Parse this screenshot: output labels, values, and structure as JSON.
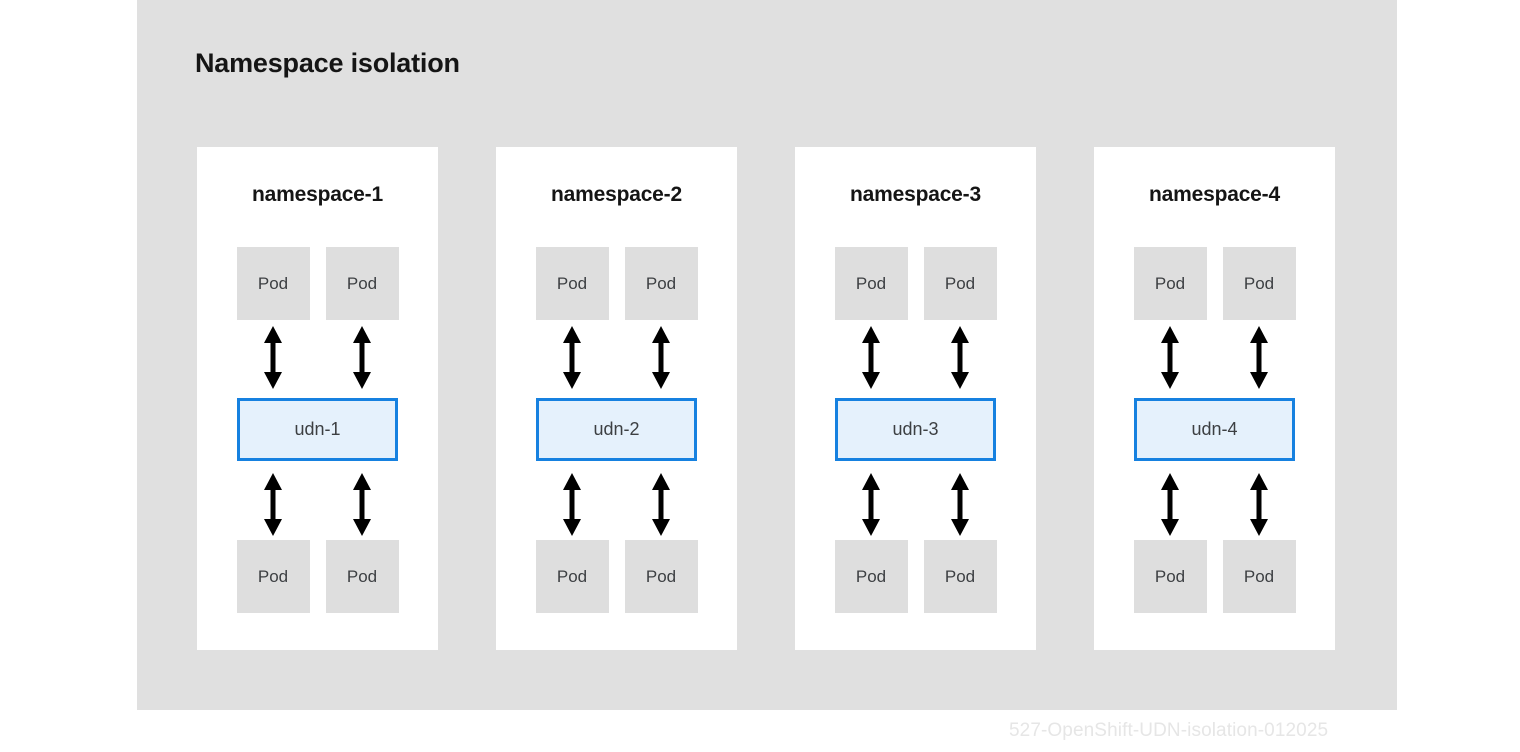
{
  "figure": {
    "title": "Namespace isolation",
    "watermark": "527-OpenShift-UDN-isolation-012025",
    "colors": {
      "panel_background": "#e0e0e0",
      "card_background": "#ffffff",
      "pod_fill": "#dedede",
      "pod_text": "#3c3f42",
      "udn_fill": "#e5f1fc",
      "udn_border": "#1681e0",
      "udn_text": "#3c3f42",
      "title_text": "#151515",
      "arrow": "#000000",
      "watermark_text": "#e6e6e6"
    },
    "icons": {
      "connector": "double-headed-vertical-arrow"
    },
    "namespaces": [
      {
        "title": "namespace-1",
        "udn": "udn-1",
        "pods_top": [
          "Pod",
          "Pod"
        ],
        "pods_bottom": [
          "Pod",
          "Pod"
        ]
      },
      {
        "title": "namespace-2",
        "udn": "udn-2",
        "pods_top": [
          "Pod",
          "Pod"
        ],
        "pods_bottom": [
          "Pod",
          "Pod"
        ]
      },
      {
        "title": "namespace-3",
        "udn": "udn-3",
        "pods_top": [
          "Pod",
          "Pod"
        ],
        "pods_bottom": [
          "Pod",
          "Pod"
        ]
      },
      {
        "title": "namespace-4",
        "udn": "udn-4",
        "pods_top": [
          "Pod",
          "Pod"
        ],
        "pods_bottom": [
          "Pod",
          "Pod"
        ]
      }
    ]
  }
}
